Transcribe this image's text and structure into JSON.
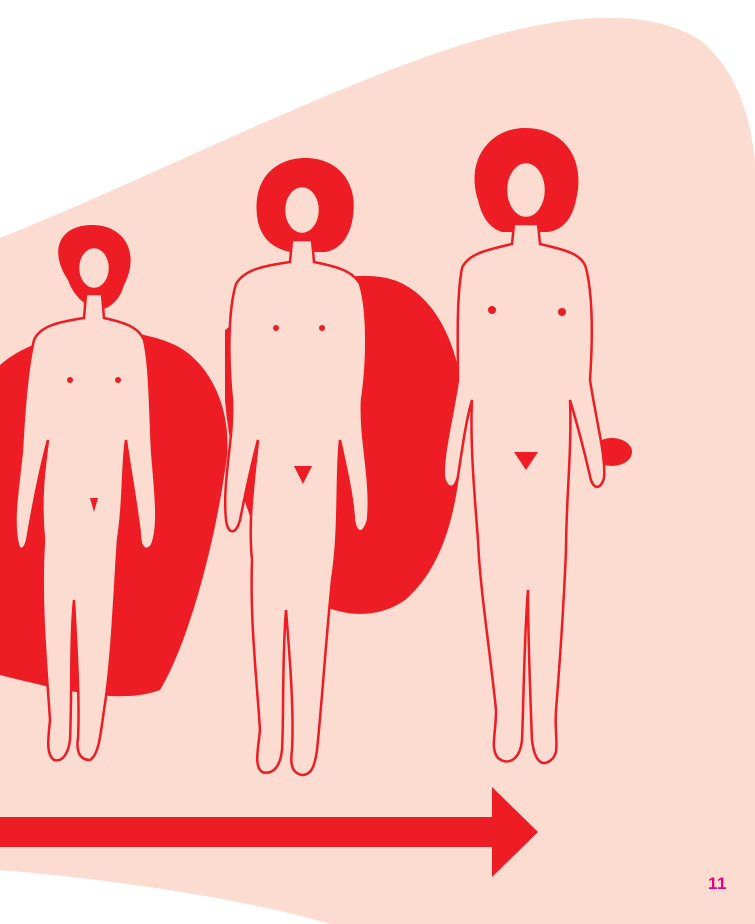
{
  "page": {
    "number": "11"
  },
  "colors": {
    "background": "#ffffff",
    "blob": "#fcdcd0",
    "accent": "#ee1c25",
    "body_fill": "#fcdcd0",
    "page_number": "#e6007e"
  },
  "illustration": {
    "figures": [
      {
        "stage": "early"
      },
      {
        "stage": "middle"
      },
      {
        "stage": "late"
      }
    ],
    "arrow": {
      "direction": "right"
    }
  }
}
